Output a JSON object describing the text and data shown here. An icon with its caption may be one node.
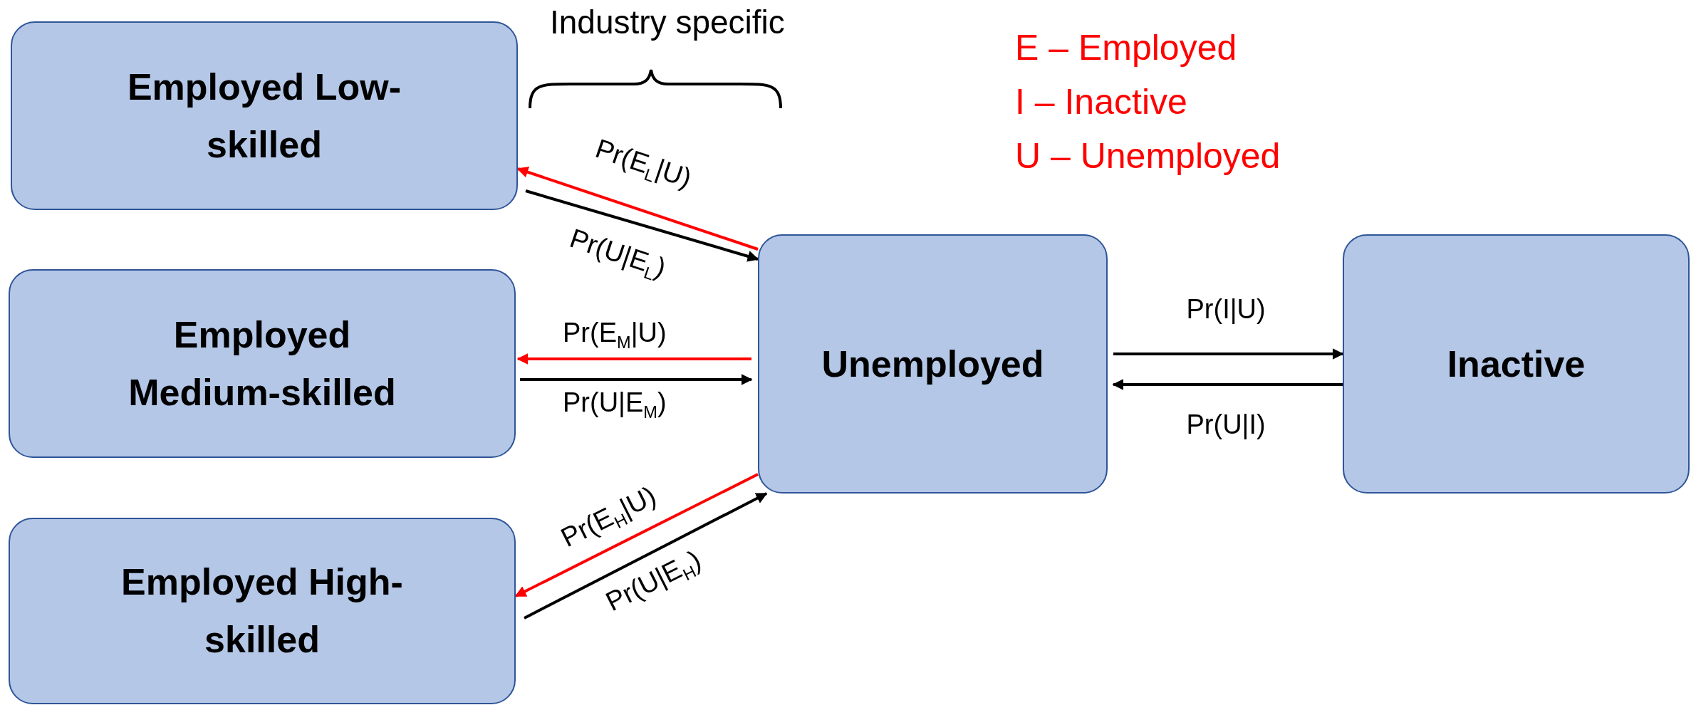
{
  "diagram": {
    "nodes": [
      {
        "text": [
          "Employed Low-skilled"
        ]
      },
      {
        "text": [
          "Employed Medium-skilled"
        ]
      },
      {
        "text": [
          "Employed High-skilled"
        ]
      },
      {
        "text": [
          "Unemployed"
        ]
      },
      {
        "text": [
          "Inactive"
        ]
      }
    ],
    "edges": [
      {
        "from": 3,
        "to": 0,
        "arrow": "to",
        "label": "Pr(E$_{L}$|U)",
        "color": "#ff0000"
      },
      {
        "from": 0,
        "to": 3,
        "arrow": "to",
        "label": "Pr(U|E$_{L}$)"
      },
      {
        "from": 3,
        "to": 1,
        "arrow": "to",
        "label": "Pr(E$_{M}$|U)",
        "color": "#ff0000"
      },
      {
        "from": 1,
        "to": 3,
        "arrow": "to",
        "label": "Pr(U|E$_{M}$)"
      },
      {
        "from": 3,
        "to": 2,
        "arrow": "to",
        "label": "Pr(E$_{H}$|U)",
        "color": "#ff0000"
      },
      {
        "from": 2,
        "to": 3,
        "arrow": "to",
        "label": "Pr(U|E$_{H}$)"
      },
      {
        "from": 3,
        "to": 4,
        "arrow": "to",
        "label": "Pr(I|U)"
      },
      {
        "from": 4,
        "to": 3,
        "arrow": "to",
        "label": "Pr(U|I)"
      }
    ],
    "labels": [
      "Industry specific",
      "E – Employed",
      "I – Inactive",
      "U – Unemployed"
    ]
  }
}
